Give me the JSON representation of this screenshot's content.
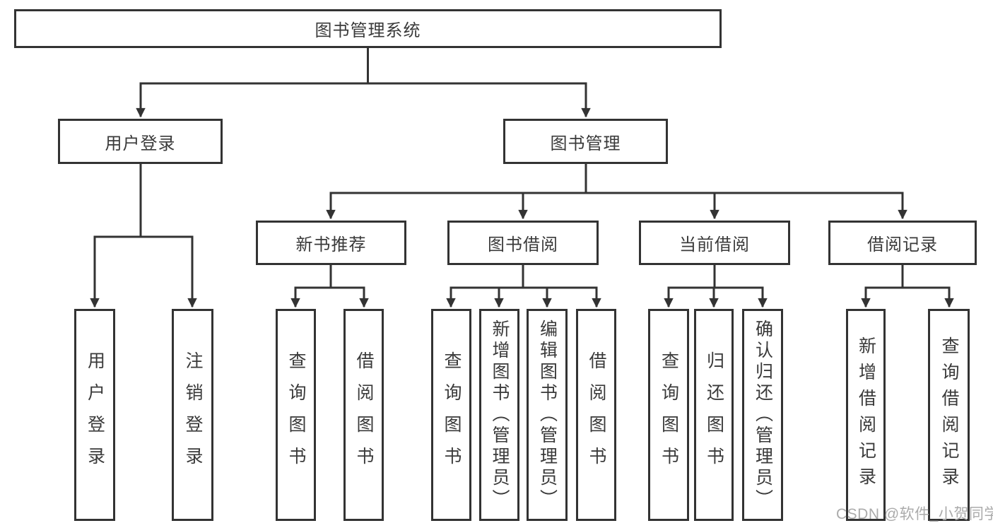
{
  "tree": {
    "label": "图书管理系统",
    "children": [
      {
        "label": "用户登录",
        "children": [
          {
            "label": "用户登录"
          },
          {
            "label": "注销登录"
          }
        ]
      },
      {
        "label": "图书管理",
        "children": [
          {
            "label": "新书推荐",
            "children": [
              {
                "label": "查询图书"
              },
              {
                "label": "借阅图书"
              }
            ]
          },
          {
            "label": "图书借阅",
            "children": [
              {
                "label": "查询图书"
              },
              {
                "label": "新增图书（管理员）"
              },
              {
                "label": "编辑图书（管理员）"
              },
              {
                "label": "借阅图书"
              }
            ]
          },
          {
            "label": "当前借阅",
            "children": [
              {
                "label": "查询图书"
              },
              {
                "label": "归还图书"
              },
              {
                "label": "确认归还（管理员）"
              }
            ]
          },
          {
            "label": "借阅记录",
            "children": [
              {
                "label": "新增借阅记录"
              },
              {
                "label": "查询借阅记录"
              }
            ]
          }
        ]
      }
    ]
  },
  "watermark": {
    "text": "CSDN @软件_小贺同学"
  },
  "colors": {
    "line": "#333333",
    "border": "#333333",
    "text": "#3a3a3a",
    "watermark": "#ababab",
    "background": "#ffffff"
  }
}
